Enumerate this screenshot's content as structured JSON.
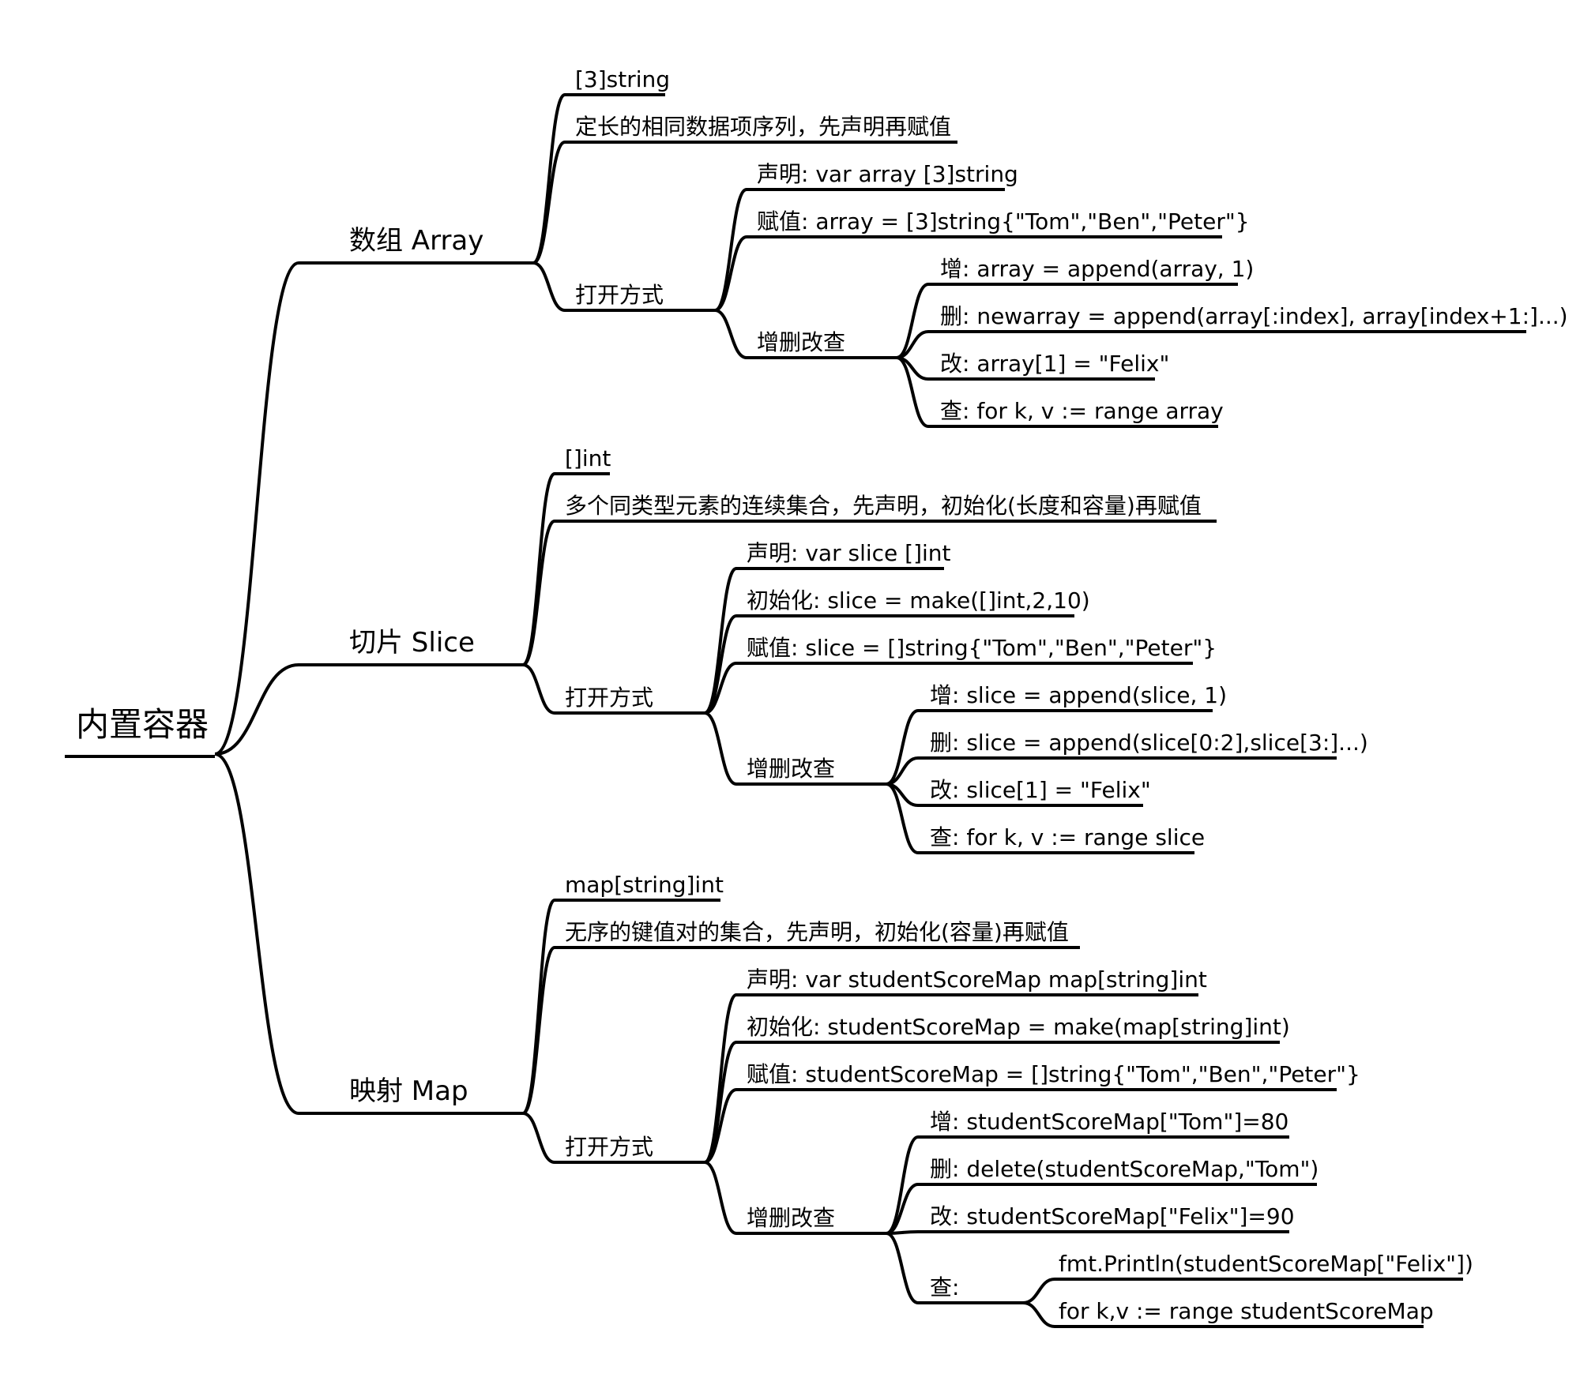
{
  "mindmap": {
    "root": "内置容器",
    "branches": [
      {
        "label": "数组 Array",
        "children": [
          {
            "label": "[3]string"
          },
          {
            "label": "定长的相同数据项序列，先声明再赋值"
          },
          {
            "label": "打开方式",
            "children": [
              {
                "label": "声明: var array [3]string"
              },
              {
                "label": "赋值: array = [3]string{\"Tom\",\"Ben\",\"Peter\"}"
              },
              {
                "label": "增删改查",
                "children": [
                  {
                    "label": "增: array = append(array, 1)"
                  },
                  {
                    "label": "删: newarray = append(array[:index], array[index+1:]...)"
                  },
                  {
                    "label": "改: array[1] = \"Felix\""
                  },
                  {
                    "label": "查: for k, v := range array"
                  }
                ]
              }
            ]
          }
        ]
      },
      {
        "label": "切片 Slice",
        "children": [
          {
            "label": "[]int"
          },
          {
            "label": "多个同类型元素的连续集合，先声明，初始化(长度和容量)再赋值"
          },
          {
            "label": "打开方式",
            "children": [
              {
                "label": "声明: var slice []int"
              },
              {
                "label": "初始化: slice = make([]int,2,10)"
              },
              {
                "label": "赋值: slice = []string{\"Tom\",\"Ben\",\"Peter\"}"
              },
              {
                "label": "增删改查",
                "children": [
                  {
                    "label": "增: slice = append(slice, 1)"
                  },
                  {
                    "label": "删: slice = append(slice[0:2],slice[3:]...)"
                  },
                  {
                    "label": "改: slice[1] = \"Felix\""
                  },
                  {
                    "label": "查: for k, v := range slice"
                  }
                ]
              }
            ]
          }
        ]
      },
      {
        "label": "映射 Map",
        "children": [
          {
            "label": "map[string]int"
          },
          {
            "label": "无序的键值对的集合，先声明，初始化(容量)再赋值"
          },
          {
            "label": "打开方式",
            "children": [
              {
                "label": "声明: var studentScoreMap map[string]int"
              },
              {
                "label": "初始化: studentScoreMap = make(map[string]int)"
              },
              {
                "label": "赋值: studentScoreMap = []string{\"Tom\",\"Ben\",\"Peter\"}"
              },
              {
                "label": "增删改查",
                "children": [
                  {
                    "label": "增: studentScoreMap[\"Tom\"]=80"
                  },
                  {
                    "label": "删: delete(studentScoreMap,\"Tom\")"
                  },
                  {
                    "label": "改: studentScoreMap[\"Felix\"]=90"
                  },
                  {
                    "label": "查:",
                    "children": [
                      {
                        "label": "fmt.Println(studentScoreMap[\"Felix\"])"
                      },
                      {
                        "label": "for k,v := range studentScoreMap"
                      }
                    ]
                  }
                ]
              }
            ]
          }
        ]
      }
    ]
  }
}
